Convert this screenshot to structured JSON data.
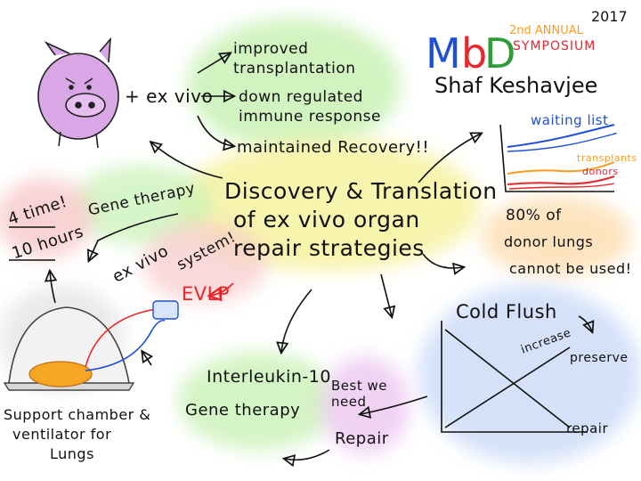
{
  "header": {
    "logo_m": "M",
    "logo_b": "b",
    "logo_d": "D",
    "year": "2017",
    "annual": "2nd ANNUAL",
    "symposium": "SYMPOSIUM",
    "speaker": "Shaf Keshavjee"
  },
  "pig_section": {
    "plus_ex_vivo": "+ ex vivo",
    "benefits": [
      "improved transplantation",
      "down regulated immune response",
      "maintained Recovery!!"
    ]
  },
  "center": {
    "line1": "Discovery & Translation",
    "line2": "of ex vivo organ",
    "line3": "repair strategies"
  },
  "left": {
    "gene_therapy": "Gene therapy",
    "time_line1": "4 time!",
    "time_line2": "10 hours",
    "ex_vivo_system_1": "ex vivo",
    "ex_vivo_system_2": "system!",
    "evlp": "EVLP",
    "support_line1": "Support chamber &",
    "support_line2": "ventilator for",
    "support_line3": "Lungs"
  },
  "chart": {
    "waiting_list": "waiting list",
    "transplants": "transplants",
    "donors": "donors",
    "colors": {
      "waiting": "#1f4fd8",
      "transplants": "#ff9a1a",
      "donors": "#e8262b"
    }
  },
  "stat": {
    "line1": "80% of",
    "line2": "donor lungs",
    "line3": "cannot be used!"
  },
  "cold_flush": {
    "title": "Cold Flush",
    "increase": "increase",
    "preserve": "preserve",
    "repair": "repair"
  },
  "bottom": {
    "interleukin_1": "Interleukin-10",
    "interleukin_2": "Gene therapy",
    "best_we_need": "Best we need",
    "repair": "Repair"
  },
  "colors": {
    "green_blob": "#c9f2b6",
    "yellow_blob": "#f7f3a6",
    "purple_blob": "#eecbf2",
    "blue_blob": "#c7d8f7",
    "red_blob": "#f8c9c9",
    "orange_blob": "#fde0b5",
    "pig": "#d9a7e6"
  }
}
